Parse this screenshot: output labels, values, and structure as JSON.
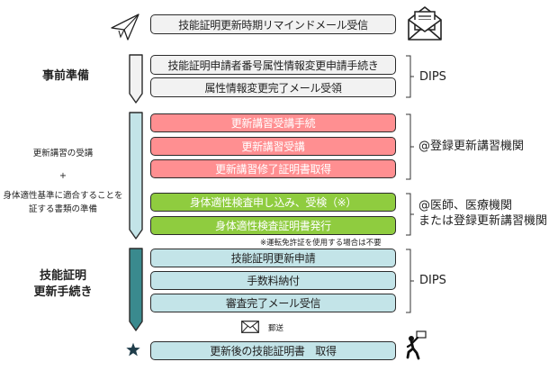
{
  "steps": {
    "reminder": "技能証明更新時期リマインドメール受信",
    "prep_1": "技能証明申請者番号属性情報変更申請手続き",
    "prep_2": "属性情報変更完了メール受領",
    "course_1": "更新講習受講手続",
    "course_2": "更新講習受講",
    "course_3": "更新講習修了証明書取得",
    "exam_1": "身体適性検査申し込み、受検（※）",
    "exam_2": "身体適性検査証明書発行",
    "renew_1": "技能証明更新申請",
    "renew_2": "手数料納付",
    "renew_3": "審査完了メール受信",
    "final": "更新後の技能証明書　取得"
  },
  "phases": {
    "prep": "事前準備",
    "course_line1": "更新講習の受講",
    "course_plus": "+",
    "course_line2": "身体適性基準に適合することを",
    "course_line3": "証する書類の準備",
    "renew_line1": "技能証明",
    "renew_line2": "更新手続き"
  },
  "orgs": {
    "prep": "DIPS",
    "course": "@登録更新講習機関",
    "exam_line1": "@医師、医療機関",
    "exam_line2": "または登録更新講習機関",
    "renew": "DIPS"
  },
  "notes": {
    "license_note": "※運転免許証を使用する場合は不要",
    "mail_label": "郵送"
  },
  "icons": {
    "send": "paper-plane-icon",
    "receive": "open-envelope-icon",
    "mail": "envelope-icon",
    "final_marker": "star-icon",
    "delivery": "person-with-box-icon"
  },
  "colors": {
    "gray_box": "#f2f2f2",
    "pink_box": "#ff8f91",
    "green_box": "#8fcc3f",
    "teal_box": "#c3e4e8",
    "teal_dark": "#3a8a8e",
    "light_arrow": "#c3e4e8"
  }
}
